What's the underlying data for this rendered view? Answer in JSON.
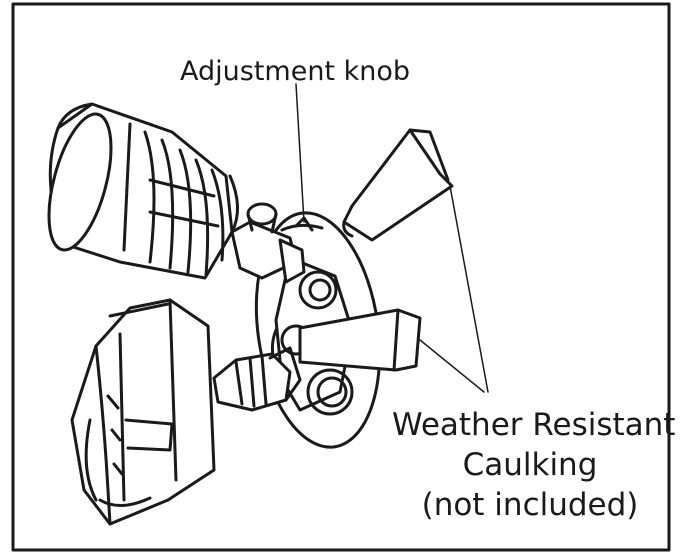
{
  "labels": {
    "adjustment_knob": "Adjustment knob",
    "caulking_line1": "Weather Resistant",
    "caulking_line2": "Caulking",
    "caulking_line3": "(not included)"
  },
  "colors": {
    "ink": "#1a1a1a",
    "background": "#ffffff"
  }
}
